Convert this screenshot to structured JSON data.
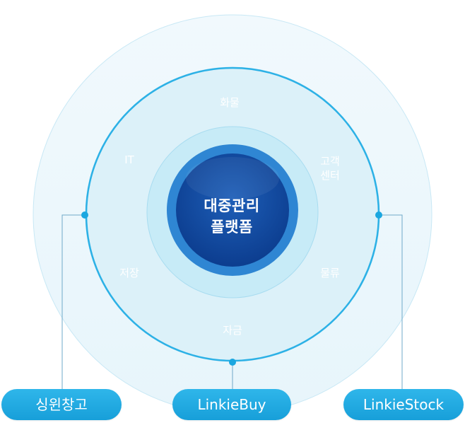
{
  "center": {
    "line1": "대중관리",
    "line2": "플랫폼"
  },
  "ring_labels": {
    "top": "화물",
    "top_left": "IT",
    "top_right_line1": "고객",
    "top_right_line2": "센터",
    "bottom_left": "저장",
    "bottom_right": "물류",
    "bottom": "자금"
  },
  "nodes": {
    "left": "싱윈창고",
    "middle": "LinkieBuy",
    "right": "LinkieStock"
  },
  "colors": {
    "outer_ring": "#eef8fc",
    "middle_ring": "#dcf1f9",
    "inner_ring": "#c9ecf7",
    "core_outer": "#2f86d3",
    "core_inner": "#11489e",
    "accent": "#1ba7e0",
    "connector": "#5fa3c8"
  }
}
